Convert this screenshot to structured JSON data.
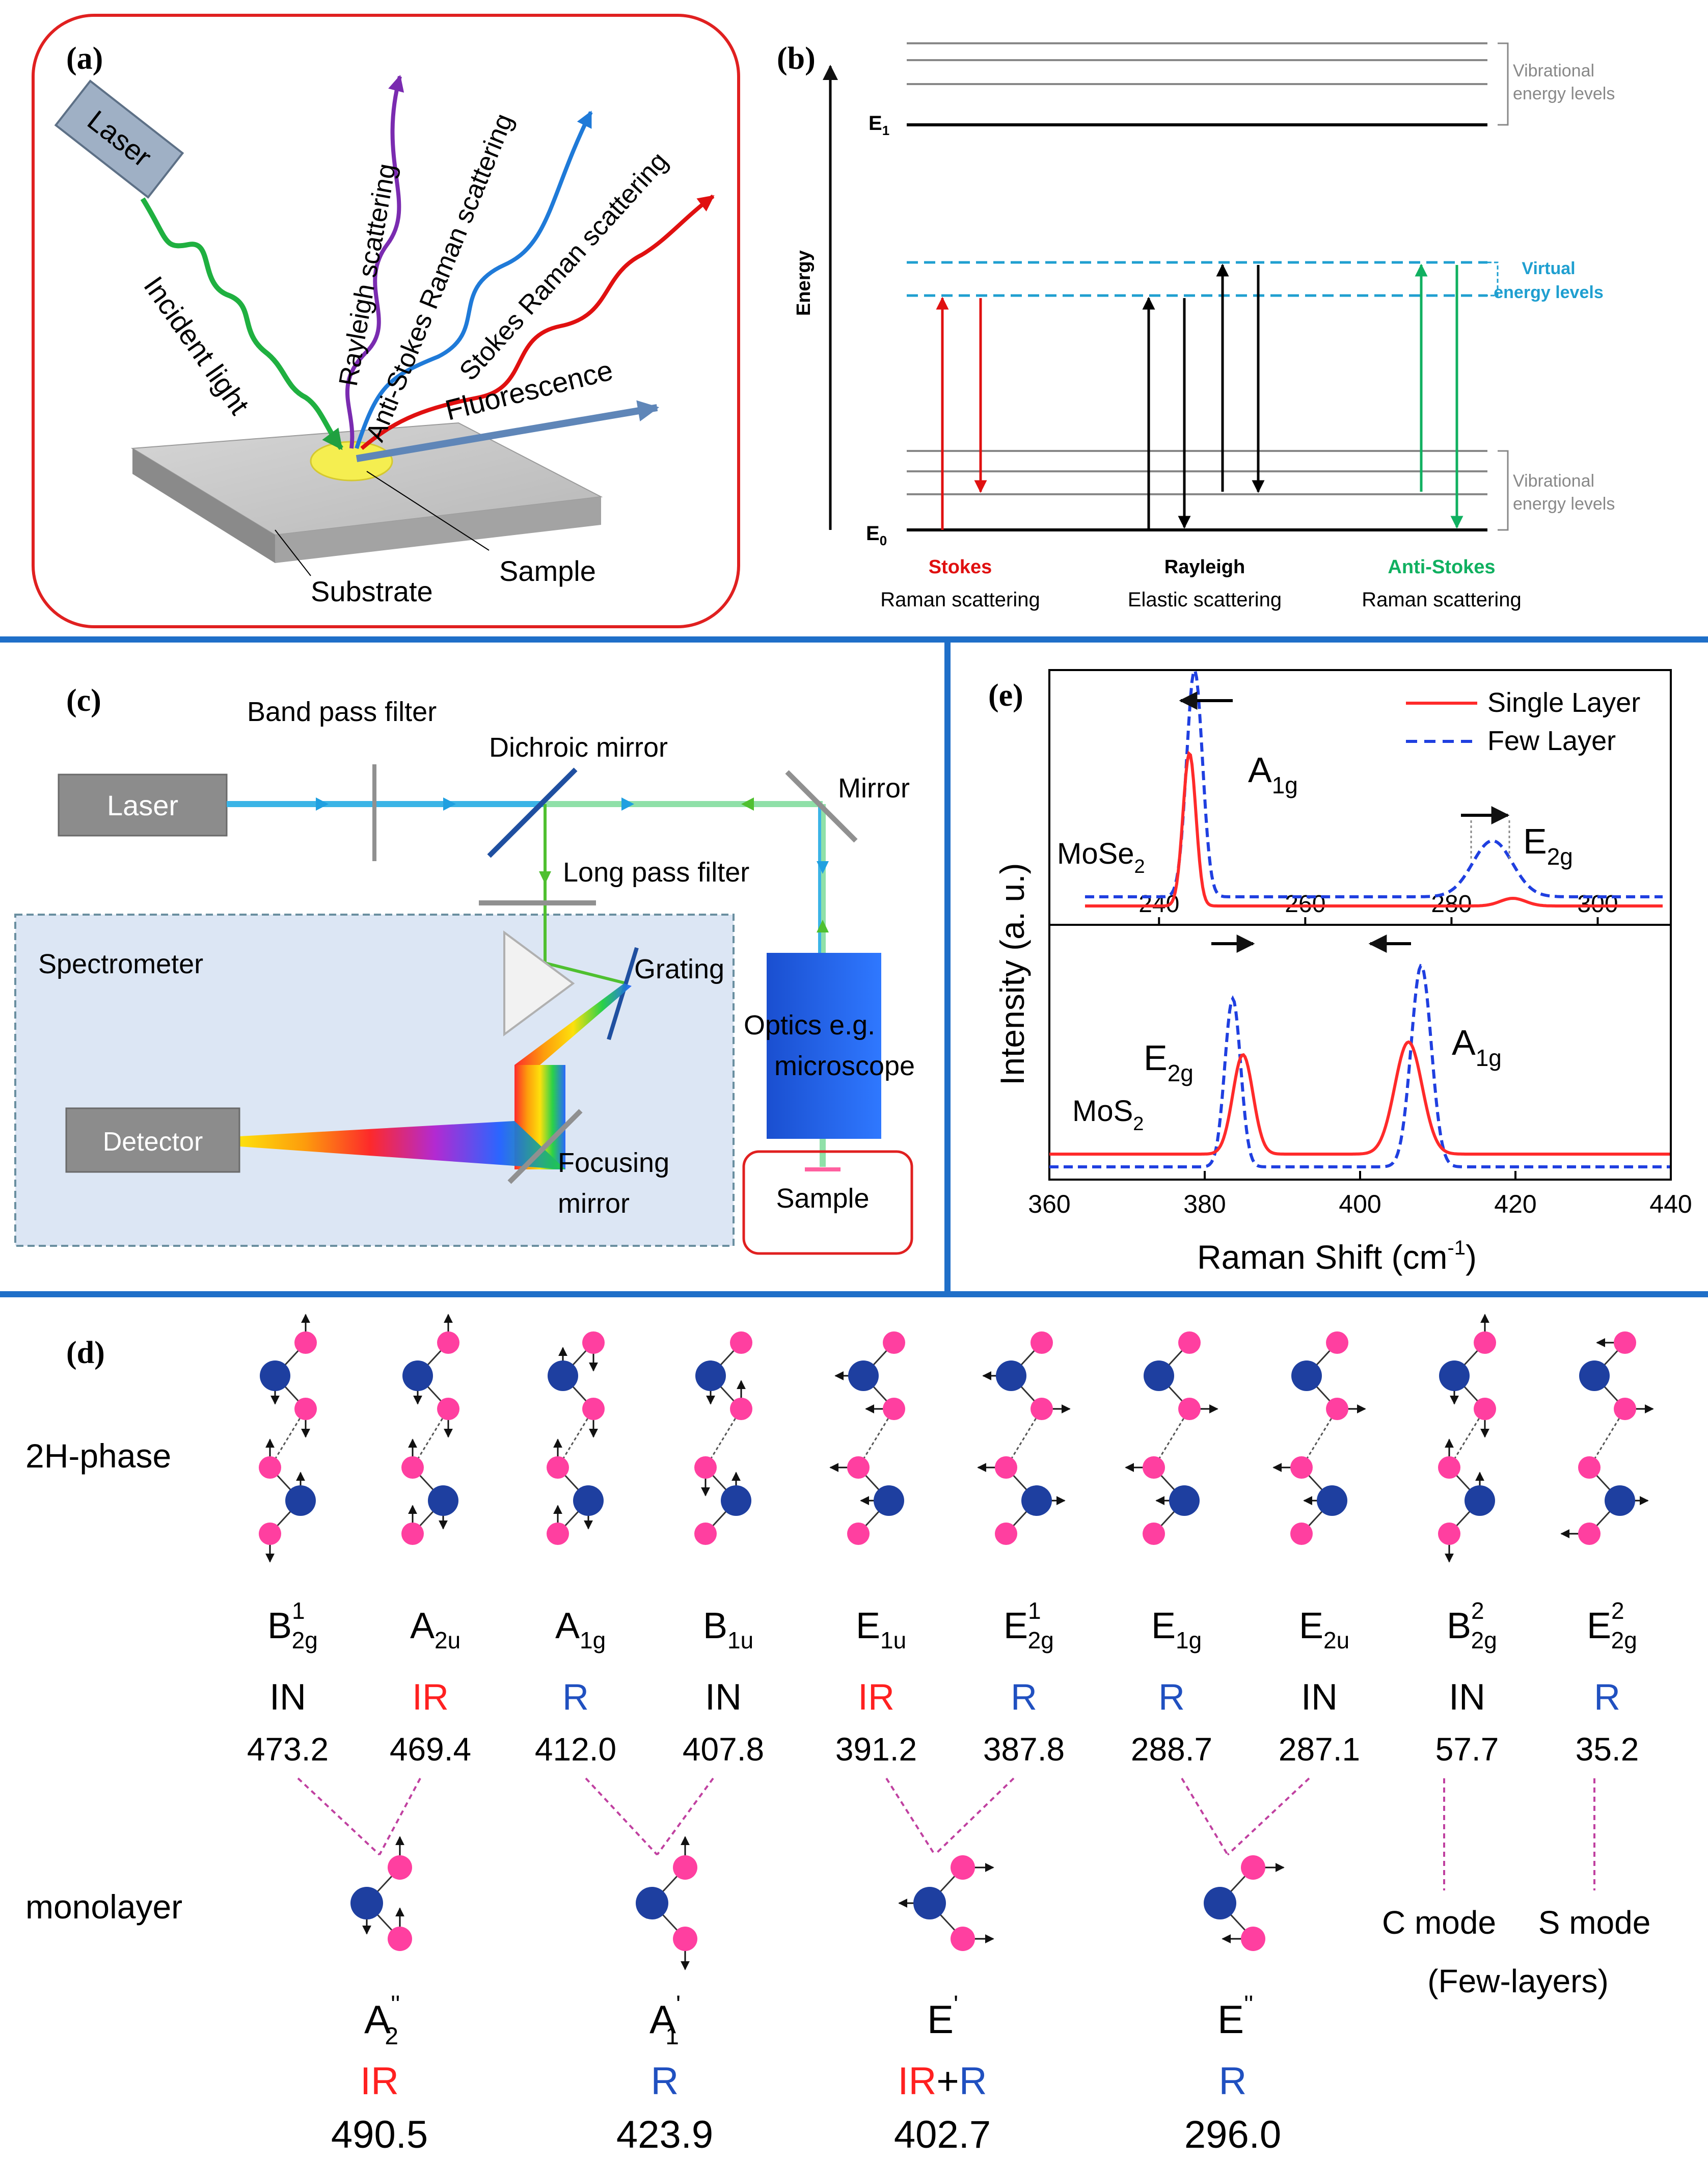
{
  "panel_a": {
    "label": "(a)",
    "laser": "Laser",
    "incident": "Incident light",
    "rayleigh": "Rayleigh scattering",
    "anti_stokes": "Anti-Stokes Raman scattering",
    "stokes": "Stokes Raman scattering",
    "fluorescence": "Fluorescence",
    "substrate": "Substrate",
    "sample": "Sample"
  },
  "panel_b": {
    "label": "(b)",
    "energy": "Energy",
    "e1": "E",
    "e1_sub": "1",
    "e0": "E",
    "e0_sub": "0",
    "vib_top_1": "Vibrational",
    "vib_top_2": "energy levels",
    "virtual_1": "Virtual",
    "virtual_2": "energy levels",
    "vib_bot_1": "Vibrational",
    "vib_bot_2": "energy levels",
    "stokes_1": "Stokes",
    "stokes_2": "Raman scattering",
    "rayleigh_1": "Rayleigh",
    "rayleigh_2": "Elastic scattering",
    "anti_1": "Anti-Stokes",
    "anti_2": "Raman scattering"
  },
  "panel_c": {
    "label": "(c)",
    "laser": "Laser",
    "band_pass": "Band pass filter",
    "dichroic": "Dichroic mirror",
    "mirror": "Mirror",
    "long_pass": "Long pass filter",
    "spectrometer": "Spectrometer",
    "grating": "Grating",
    "optics_1": "Optics e.g.",
    "optics_2": "microscope",
    "detector": "Detector",
    "focusing_1": "Focusing",
    "focusing_2": "mirror",
    "sample": "Sample"
  },
  "panel_e": {
    "label": "(e)",
    "legend_single": "Single Layer",
    "legend_few": "Few Layer",
    "mose2": "MoSe",
    "mose2_sub": "2",
    "mos2": "MoS",
    "mos2_sub": "2",
    "a1g": "A",
    "a1g_sub": "1g",
    "e2g": "E",
    "e2g_sub": "2g",
    "ylabel": "Intensity (a. u.)",
    "xlabel": "Raman Shift (cm",
    "xlabel_sup": "-1",
    "xlabel_end": ")",
    "top_ticks": [
      "240",
      "260",
      "280",
      "300"
    ],
    "bottom_ticks": [
      "360",
      "380",
      "400",
      "420",
      "440"
    ],
    "colors": {
      "single": "#ff2a2a",
      "few": "#1f3fe0"
    }
  },
  "panel_d": {
    "label": "(d)",
    "phase_label": "2H-phase",
    "monolayer_label": "monolayer",
    "modes": [
      {
        "sym": "B",
        "sub": "2g",
        "sup": "1",
        "act": "IN",
        "act_color": "#000000",
        "freq": "473.2"
      },
      {
        "sym": "A",
        "sub": "2u",
        "sup": "",
        "act": "IR",
        "act_color": "#ff2020",
        "freq": "469.4"
      },
      {
        "sym": "A",
        "sub": "1g",
        "sup": "",
        "act": "R",
        "act_color": "#2050c0",
        "freq": "412.0"
      },
      {
        "sym": "B",
        "sub": "1u",
        "sup": "",
        "act": "IN",
        "act_color": "#000000",
        "freq": "407.8"
      },
      {
        "sym": "E",
        "sub": "1u",
        "sup": "",
        "act": "IR",
        "act_color": "#ff2020",
        "freq": "391.2"
      },
      {
        "sym": "E",
        "sub": "2g",
        "sup": "1",
        "act": "R",
        "act_color": "#2050c0",
        "freq": "387.8"
      },
      {
        "sym": "E",
        "sub": "1g",
        "sup": "",
        "act": "R",
        "act_color": "#2050c0",
        "freq": "288.7"
      },
      {
        "sym": "E",
        "sub": "2u",
        "sup": "",
        "act": "IN",
        "act_color": "#000000",
        "freq": "287.1"
      },
      {
        "sym": "B",
        "sub": "2g",
        "sup": "2",
        "act": "IN",
        "act_color": "#000000",
        "freq": "57.7"
      },
      {
        "sym": "E",
        "sub": "2g",
        "sup": "2",
        "act": "R",
        "act_color": "#2050c0",
        "freq": "35.2"
      }
    ],
    "mono_modes": [
      {
        "sym": "A",
        "sub": "2",
        "sup": "''",
        "act_a": "IR",
        "act_a_color": "#ff2020",
        "act_plus": "",
        "act_b": "",
        "freq": "490.5"
      },
      {
        "sym": "A",
        "sub": "1",
        "sup": "'",
        "act_a": "R",
        "act_a_color": "#2050c0",
        "act_plus": "",
        "act_b": "",
        "freq": "423.9"
      },
      {
        "sym": "E",
        "sub": "",
        "sup": "'",
        "act_a": "IR",
        "act_a_color": "#ff2020",
        "act_plus": "+",
        "act_b": "R",
        "freq": "402.7"
      },
      {
        "sym": "E",
        "sub": "",
        "sup": "''",
        "act_a": "R",
        "act_a_color": "#2050c0",
        "act_plus": "",
        "act_b": "",
        "freq": "296.0"
      }
    ],
    "c_mode": "C mode",
    "s_mode": "S mode",
    "few_layers": "(Few-layers)"
  },
  "colors": {
    "divider": "#1f6fc8",
    "atom_mo": "#1e3fa0",
    "atom_s": "#ff3fa0",
    "panel_a_border": "#e02020"
  }
}
